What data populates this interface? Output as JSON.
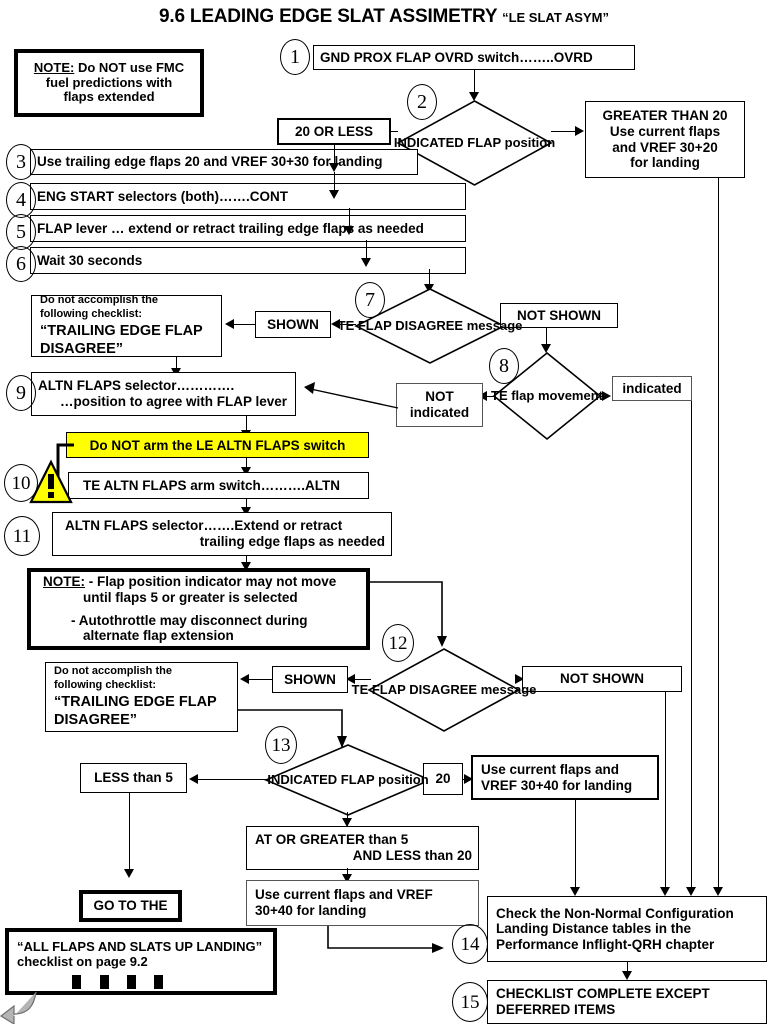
{
  "title": {
    "main": "9.6 LEADING EDGE SLAT ASSIMETRY",
    "sub": "“LE SLAT ASYM”"
  },
  "note_top": {
    "label": "NOTE:",
    "line1": " Do NOT use FMC",
    "line2": "fuel predictions with",
    "line3": "flaps extended"
  },
  "steps": {
    "s1": "1",
    "s2": "2",
    "s3": "3",
    "s4": "4",
    "s5": "5",
    "s6": "6",
    "s7": "7",
    "s8": "8",
    "s9": "9",
    "s10": "10",
    "s11": "11",
    "s12": "12",
    "s13": "13",
    "s14": "14",
    "s15": "15"
  },
  "boxes": {
    "b1": "GND PROX FLAP OVRD switch……..OVRD",
    "d2_l1": "INDICATED",
    "d2_l2": "FLAP",
    "d2_l3": "position",
    "b_20_or_less": "20 OR LESS",
    "b_greater20_l1": "GREATER THAN 20",
    "b_greater20_l2": "Use current flaps",
    "b_greater20_l3": "and VREF 30+20",
    "b_greater20_l4": "for landing",
    "b3": "Use trailing edge flaps 20 and VREF 30+30 for landing",
    "b4": "ENG START selectors (both)…….CONT",
    "b5": "FLAP lever … extend or retract trailing edge flaps as needed",
    "b6": "Wait 30 seconds",
    "d7_l1": "TE FLAP",
    "d7_l2": "DISAGREE",
    "d7_l3": "message",
    "b_shown_1": "SHOWN",
    "b_notshown_1": "NOT SHOWN",
    "b_donot_1_l1": "Do not accomplish the",
    "b_donot_1_l2": "following checklist:",
    "b_donot_1_l3": "“TRAILING EDGE FLAP",
    "b_donot_1_l4": "DISAGREE”",
    "d8_l1": "TE  flap",
    "d8_l2": "movement",
    "b_not_indicated": "NOT",
    "b_not_indicated2": "indicated",
    "b_indicated": "indicated",
    "b9_l1": "ALTN FLAPS selector………….",
    "b9_l2": "…position to agree with FLAP lever",
    "b_warn_yellow": "Do  NOT arm the LE ALTN FLAPS switch",
    "b10": "TE ALTN FLAPS arm switch……….ALTN",
    "b11_l1": "ALTN FLAPS selector…….Extend or retract",
    "b11_l2": "trailing edge flaps as needed",
    "note2_label": "NOTE:",
    "note2_l1": " - Flap position indicator may not move",
    "note2_l2": "until flaps 5 or greater is selected",
    "note2_l3": "- Autothrottle may disconnect during",
    "note2_l4": "alternate flap extension",
    "d12_l1": "TE FLAP",
    "d12_l2": "DISAGREE",
    "d12_l3": "message",
    "b_shown_2": "SHOWN",
    "b_notshown_2": "NOT    SHOWN",
    "b_donot_2_l1": "Do not accomplish the",
    "b_donot_2_l2": "following checklist:",
    "b_donot_2_l3": "“TRAILING EDGE FLAP",
    "b_donot_2_l4": "DISAGREE”",
    "d13_l1": "INDICATED",
    "d13_l2": "FLAP",
    "d13_l3": "position",
    "b_less5": "LESS than 5",
    "b_20": "20",
    "b_use40_l1": "Use current flaps and",
    "b_use40_l2": "VREF 30+40 for landing",
    "b_atgreater_l1": "AT OR GREATER than 5",
    "b_atgreater_l2": "AND LESS than 20",
    "b_use40b_l1": "Use current flaps and VREF",
    "b_use40b_l2": "30+40 for landing",
    "b_goto": "GO TO THE",
    "b_allflaps_l1": "“ALL FLAPS AND SLATS UP LANDING”",
    "b_allflaps_l2": "checklist on page 9.2",
    "b14_l1": "Check the Non-Normal Configuration",
    "b14_l2": "Landing Distance tables in the",
    "b14_l3": "Performance Inflight-QRH chapter",
    "b15_l1": "CHECKLIST COMPLETE EXCEPT",
    "b15_l2": "DEFERRED ITEMS"
  },
  "icons": {
    "warning_triangle": "warning-triangle-icon",
    "warning_mark": "!",
    "return_arrow": "curved-return-arrow-icon"
  },
  "colors": {
    "highlight": "#ffff00",
    "line": "#000000",
    "paper": "#ffffff",
    "arrow_gray": "#b5b5b5"
  }
}
